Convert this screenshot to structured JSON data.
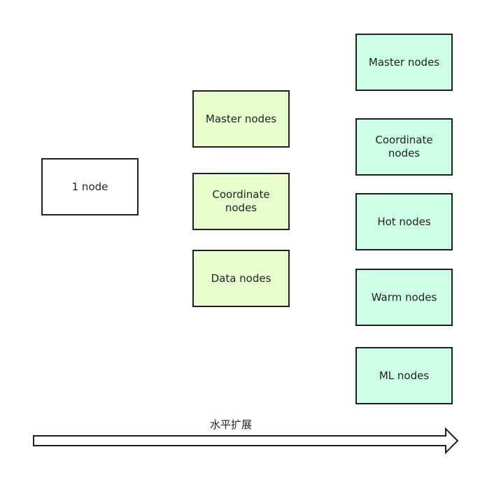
{
  "single": {
    "nodes": [
      "1 node"
    ]
  },
  "mid": {
    "nodes": [
      "Master nodes",
      "Coordinate\nnodes",
      "Data nodes"
    ]
  },
  "full": {
    "nodes": [
      "Master nodes",
      "Coordinate\nnodes",
      "Hot nodes",
      "Warm nodes",
      "ML nodes"
    ]
  },
  "arrow": {
    "label": "水平扩展"
  },
  "colors": {
    "single_fill": "#ffffff",
    "mid_fill": "#e6ffcc",
    "full_fill": "#ccffe6",
    "stroke": "#1f1f1f"
  }
}
